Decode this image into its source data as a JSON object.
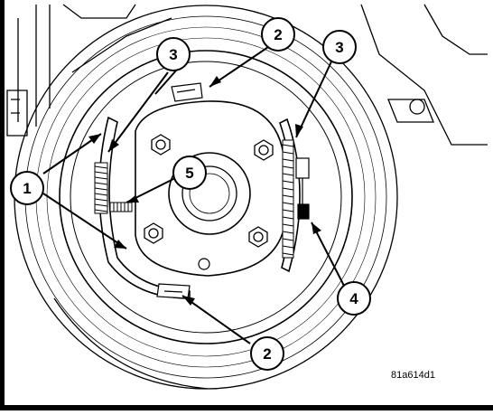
{
  "figure": {
    "id": "81a614d1"
  },
  "callouts": [
    {
      "key": "callout-1",
      "label": "1"
    },
    {
      "key": "callout-2-top",
      "label": "2"
    },
    {
      "key": "callout-2-bottom",
      "label": "2"
    },
    {
      "key": "callout-3-left",
      "label": "3"
    },
    {
      "key": "callout-3-right",
      "label": "3"
    },
    {
      "key": "callout-4",
      "label": "4"
    },
    {
      "key": "callout-5",
      "label": "5"
    }
  ],
  "parts_icons": [
    "brake-shoe",
    "return-spring",
    "hold-down-spring",
    "adjuster",
    "wheel-hub",
    "wheel-stud",
    "backing-plate"
  ]
}
